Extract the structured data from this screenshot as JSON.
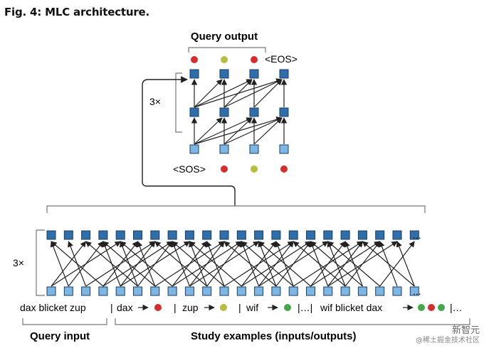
{
  "caption": "Fig. 4: MLC architecture.",
  "decoder": {
    "title": "Query output",
    "eos": "<EOS>",
    "sos": "<SOS>",
    "layers": "3×",
    "output_dot_colors": [
      "#d62c2c",
      "#b7bd3c",
      "#d62c2c"
    ],
    "input_dot_colors": [
      "#d62c2c",
      "#b7bd3c",
      "#d62c2c"
    ]
  },
  "encoder": {
    "layers": "3×",
    "ellipsis": "...",
    "tokens": [
      {
        "text": "dax blicket zup"
      },
      {
        "text": "|"
      },
      {
        "text": "dax"
      },
      {
        "text": "|"
      },
      {
        "text": "zup"
      },
      {
        "text": "|"
      },
      {
        "text": "wif"
      },
      {
        "text": "|…|"
      },
      {
        "text": "wif blicket dax"
      },
      {
        "text": "|…"
      }
    ],
    "example_dots": [
      [
        "#d62c2c"
      ],
      [
        "#b7bd3c"
      ],
      [
        "#43a84a"
      ],
      [
        "#43a84a",
        "#d62c2c",
        "#43a84a"
      ]
    ],
    "query_input_label": "Query input",
    "study_examples_label": "Study examples (inputs/outputs)"
  },
  "colors": {
    "dark_square": "#2f6ea9",
    "light_square": "#7db6e3",
    "square_border": "#1b3d66",
    "arrow": "#222222"
  },
  "watermark": {
    "brand": "新智元",
    "site": "@稀土掘金技术社区"
  }
}
